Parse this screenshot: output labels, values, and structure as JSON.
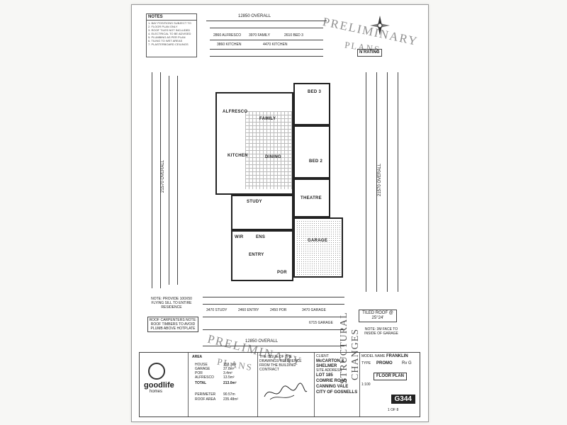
{
  "notes": {
    "title": "NOTES",
    "items": [
      "1. BAY POSITIONS SUBJECT TO",
      "2. FLOOR PLAN ONLY",
      "3. ROOF TILES NOT INCLUDED",
      "4. ELECTRICAL TO BE ADVISED",
      "5. PLUMBING AS PER PLAN",
      "6. TILING TO WET AREAS",
      "7. PLASTERBOARD CEILINGS"
    ]
  },
  "dims": {
    "top_overall": "12850 OVERALL",
    "bottom_overall": "12850 OVERALL",
    "left_overall": "21570 OVERALL",
    "right_overall": "21570 OVERALL",
    "top_rows": [
      "2860 ALFRESCO",
      "3970 FAMILY",
      "2610 BED 3",
      "3860 KITCHEN",
      "4470 KITCHEN"
    ],
    "bottom_rows": [
      "3470 STUDY",
      "2460 ENTRY",
      "2450 POR",
      "3470 GARAGE",
      "6715 GARAGE"
    ]
  },
  "stamps": {
    "preliminary_top": "PRELIMINARY",
    "plans_top": "PLANS",
    "preliminary_bottom": "PRELIMINARY",
    "plans_bottom": "PLANS",
    "structural": "STRUCTURAL",
    "changes": "CHANGES",
    "north_rating": "N RATING"
  },
  "rooms": {
    "alfresco": "ALFRESCO",
    "family": "FAMILY",
    "bed3": "BED 3",
    "kitchen": "KITCHEN",
    "dining": "DINING",
    "bed2": "BED 2",
    "theatre": "THEATRE",
    "study": "STUDY",
    "garage": "GARAGE",
    "entry": "ENTRY",
    "por": "POR",
    "wir": "WIR",
    "ens": "ENS"
  },
  "side_notes": {
    "left_note": "NOTE: PROVIDE 100X50 FLYING SILL TO ENTIRE RESIDENCE",
    "roof_carpenters": "ROOF CARPENTERS NOTE: ROOF TIMBERS TO AVOID PLUMB ABOVE HOTPLATE",
    "tiled_roof": "TILED ROOF @ 25°24'",
    "note_right": "NOTE: 3M FACE TO INSIDE OF GARAGE"
  },
  "titleblock": {
    "company": "goodlife",
    "company_sub": "homes",
    "area_label": "AREA",
    "areas": [
      {
        "label": "HOUSE",
        "value": "158.3m²"
      },
      {
        "label": "GARAGE",
        "value": "37.8m²"
      },
      {
        "label": "POR",
        "value": "3.4m²"
      },
      {
        "label": "ALFRESCO",
        "value": "13.5m²"
      },
      {
        "label": "TOTAL",
        "value": "213.0m²"
      }
    ],
    "perimeter_label": "PERIMETER",
    "perimeter_value": "90.57m",
    "roof_area_label": "ROOF AREA",
    "roof_area_value": "235.48m²",
    "disclaimer": "THE ISSUE OF THE DRAWINGS REFERENCE FROM THE BUILDING CONTRACT",
    "client_label": "CLIENT",
    "client": "McCARTON & SHELMER",
    "address_label": "SITE ADDRESS",
    "address_lines": [
      "LOT 185",
      "COMRIE ROAD",
      "CANNING VALE",
      "CITY OF GOSNELLS"
    ],
    "model_label": "MODEL NAME",
    "model": "FRANKLIN",
    "type_label": "TYPE",
    "type": "PROMO",
    "revision": "Rv G",
    "sheet_title": "FLOOR PLAN",
    "drawing_no": "G344",
    "scale": "1:100",
    "sheet_no": "1 OF 8"
  }
}
